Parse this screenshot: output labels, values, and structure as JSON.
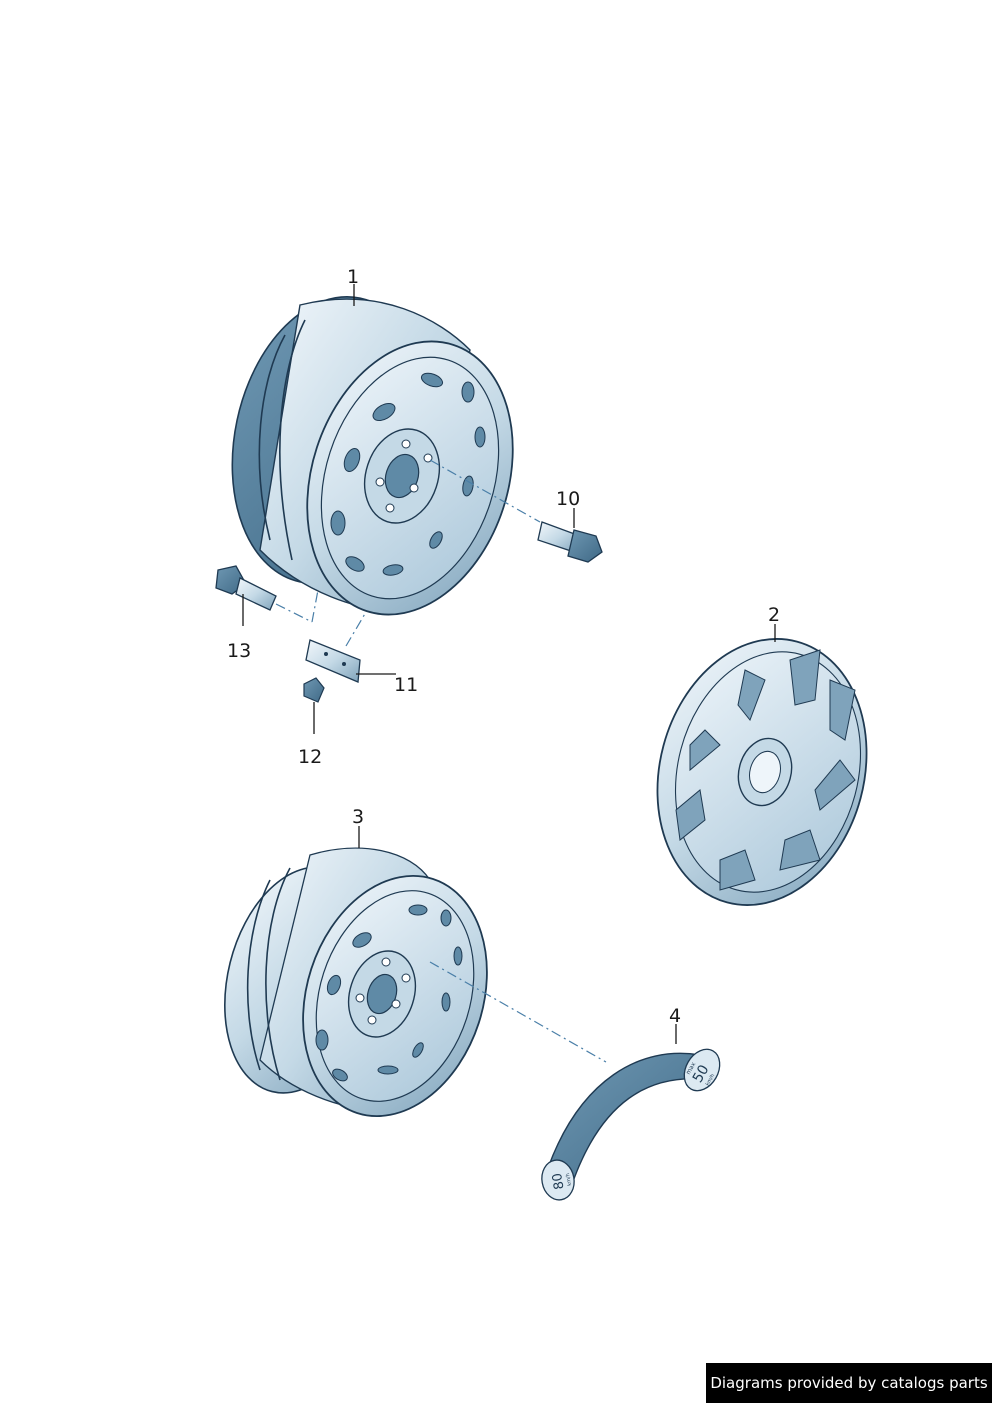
{
  "callouts": {
    "c1": "1",
    "c2": "2",
    "c3": "3",
    "c4": "4",
    "c10": "10",
    "c11": "11",
    "c12": "12",
    "c13": "13"
  },
  "valve_label": {
    "small_top": "max",
    "big_top": "50",
    "small_bottom_top": "km/h",
    "big_bottom": "80",
    "small_bottom": "km/h"
  },
  "footer": {
    "text": "Diagrams provided by catalogs parts"
  },
  "colors": {
    "outline": "#1f3a52",
    "fill_light": "#dce9f2",
    "fill_mid": "#a9c6d9",
    "fill_dark": "#5f8aa6",
    "footer_bg": "#000000"
  }
}
